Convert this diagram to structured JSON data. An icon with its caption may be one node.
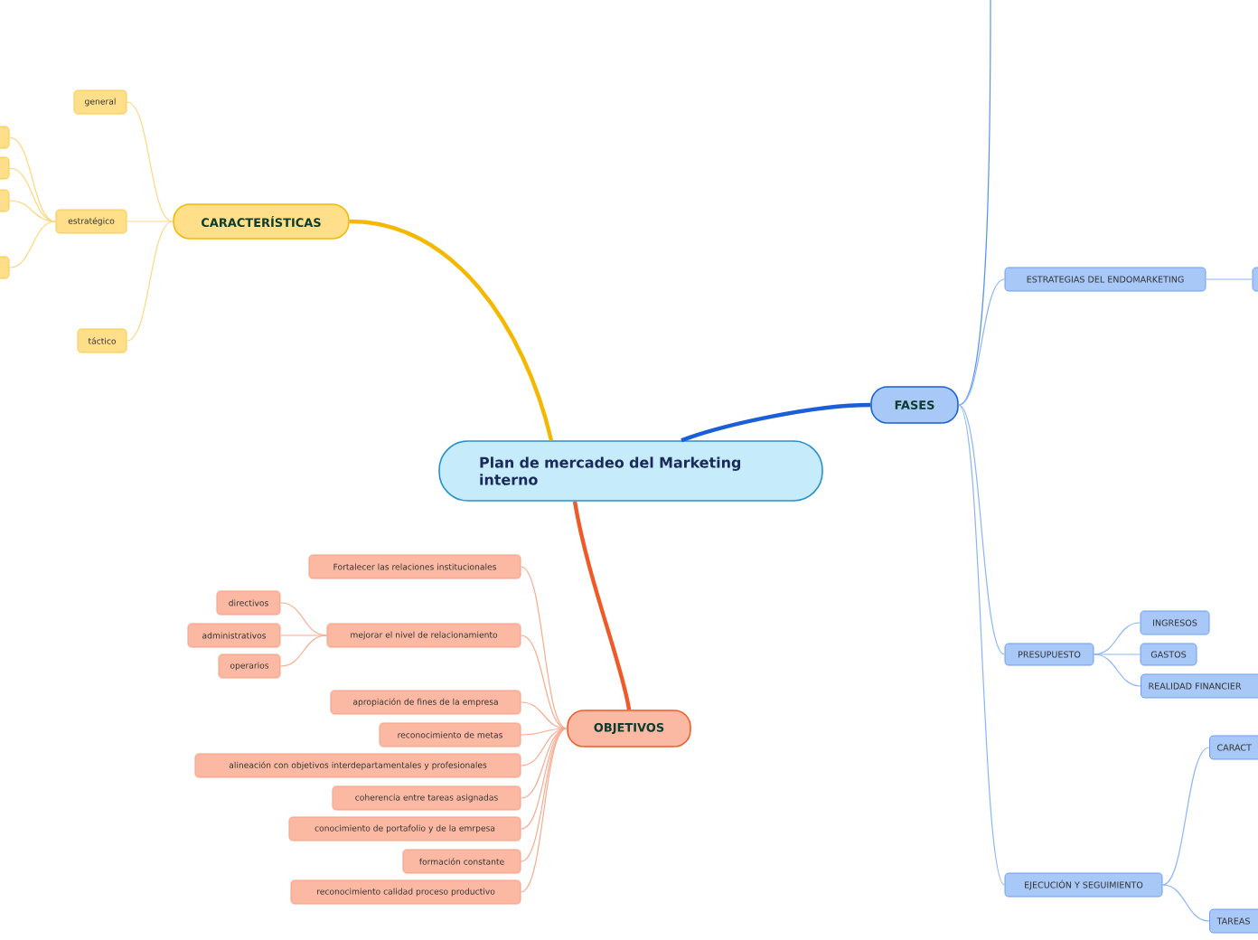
{
  "diagram": {
    "nodes": [
      {
        "text": [
          "Plan de mercadeo del Marketing interno"
        ]
      },
      {
        "text": [
          "CARACTERÍSTICAS"
        ]
      },
      {
        "text": [
          "general"
        ]
      },
      {
        "text": [
          "estratégico"
        ]
      },
      {
        "text": [],
        "shape": "box"
      },
      {
        "text": [],
        "shape": "box"
      },
      {
        "text": [],
        "shape": "box"
      },
      {
        "text": [],
        "shape": "box"
      },
      {
        "text": [
          "táctico"
        ]
      },
      {
        "text": [
          "FASES"
        ]
      },
      {
        "text": [
          "ESTRATEGIAS DEL ENDOMARKETING"
        ]
      },
      {
        "text": [],
        "shape": "box"
      },
      {
        "text": [
          "PRESUPUESTO"
        ]
      },
      {
        "text": [
          "INGRESOS"
        ]
      },
      {
        "text": [
          "GASTOS"
        ]
      },
      {
        "text": [
          "REALIDAD FINANCIER"
        ]
      },
      {
        "text": [
          "EJECUCIÓN Y SEGUIMIENTO"
        ]
      },
      {
        "text": [
          "CARACT"
        ]
      },
      {
        "text": [
          "TAREAS"
        ]
      },
      {
        "text": [
          "OBJETIVOS"
        ]
      },
      {
        "text": [
          "Fortalecer las relaciones institucionales"
        ]
      },
      {
        "text": [
          "mejorar el nivel de relacionamiento"
        ]
      },
      {
        "text": [
          "directivos"
        ]
      },
      {
        "text": [
          "administrativos"
        ]
      },
      {
        "text": [
          "operarios"
        ]
      },
      {
        "text": [
          "apropiación de fines de la empresa"
        ]
      },
      {
        "text": [
          "reconocimiento de metas"
        ]
      },
      {
        "text": [
          "alineación con objetivos interdepartamentales y profesionales"
        ]
      },
      {
        "text": [
          "coherencia entre tareas asignadas"
        ]
      },
      {
        "text": [
          "conocimiento de portafolio y de la emrpesa"
        ]
      },
      {
        "text": [
          "formación constante"
        ]
      },
      {
        "text": [
          "reconocimiento calidad proceso productivo"
        ]
      }
    ],
    "edges": [
      {
        "from": 0,
        "to": 1,
        "arrow": "none",
        "style": "thick",
        "color": "#f5b800"
      },
      {
        "from": 1,
        "to": 2,
        "arrow": "none",
        "color": "#ffd77a"
      },
      {
        "from": 1,
        "to": 3,
        "arrow": "none",
        "color": "#ffd77a"
      },
      {
        "from": 1,
        "to": 8,
        "arrow": "none",
        "color": "#ffd77a"
      },
      {
        "from": 3,
        "to": 4,
        "arrow": "none",
        "color": "#ffd77a"
      },
      {
        "from": 3,
        "to": 5,
        "arrow": "none",
        "color": "#ffd77a"
      },
      {
        "from": 3,
        "to": 6,
        "arrow": "none",
        "color": "#ffd77a"
      },
      {
        "from": 3,
        "to": 7,
        "arrow": "none",
        "color": "#ffd77a"
      },
      {
        "from": 0,
        "to": 9,
        "arrow": "none",
        "style": "thick",
        "color": "#1a5fd6"
      },
      {
        "from": 9,
        "to": null,
        "arrow": "none",
        "color": "#5b95ee"
      },
      {
        "from": 9,
        "to": 10,
        "arrow": "none",
        "color": "#8ab4f8"
      },
      {
        "from": 10,
        "to": 11,
        "arrow": "none",
        "color": "#8ab4f8"
      },
      {
        "from": 9,
        "to": 12,
        "arrow": "none",
        "color": "#8ab4f8"
      },
      {
        "from": 12,
        "to": 13,
        "arrow": "none",
        "color": "#8ab4f8"
      },
      {
        "from": 12,
        "to": 14,
        "arrow": "none",
        "color": "#8ab4f8"
      },
      {
        "from": 12,
        "to": 15,
        "arrow": "none",
        "color": "#8ab4f8"
      },
      {
        "from": 9,
        "to": 16,
        "arrow": "none",
        "color": "#8ab4f8"
      },
      {
        "from": 16,
        "to": 17,
        "arrow": "none",
        "color": "#8ab4f8"
      },
      {
        "from": 16,
        "to": 18,
        "arrow": "none",
        "color": "#8ab4f8"
      },
      {
        "from": 0,
        "to": 19,
        "arrow": "none",
        "style": "thick",
        "color": "#f05a28"
      },
      {
        "from": 19,
        "to": 20,
        "arrow": "none"
      },
      {
        "from": 19,
        "to": 21,
        "arrow": "none"
      },
      {
        "from": 21,
        "to": 22,
        "arrow": "none"
      },
      {
        "from": 21,
        "to": 23,
        "arrow": "none"
      },
      {
        "from": 21,
        "to": 24,
        "arrow": "none"
      },
      {
        "from": 19,
        "to": 25,
        "arrow": "none"
      },
      {
        "from": 19,
        "to": 26,
        "arrow": "none"
      },
      {
        "from": 19,
        "to": 27,
        "arrow": "none"
      },
      {
        "from": 19,
        "to": 28,
        "arrow": "none"
      },
      {
        "from": 19,
        "to": 29,
        "arrow": "none"
      },
      {
        "from": 19,
        "to": 30,
        "arrow": "none"
      },
      {
        "from": 19,
        "to": 31,
        "arrow": "none"
      }
    ]
  }
}
